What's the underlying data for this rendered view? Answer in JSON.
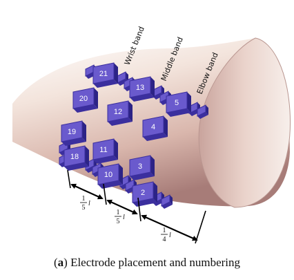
{
  "band_labels": {
    "wrist": "Wrist band",
    "middle": "Middle band",
    "elbow": "Elbow band"
  },
  "electrodes": [
    "21",
    "13",
    "5",
    "20",
    "12",
    "4",
    "19",
    "11",
    "3",
    "18",
    "10",
    "2"
  ],
  "spacing": {
    "first": {
      "numerator": "1",
      "denominator": "5",
      "variable": "l"
    },
    "second": {
      "numerator": "1",
      "denominator": "5",
      "variable": "l"
    },
    "third": {
      "numerator": "1",
      "denominator": "4",
      "variable": "l"
    }
  },
  "caption": {
    "prefix": "(",
    "letter": "a",
    "suffix": ") Electrode placement and numbering"
  },
  "colors": {
    "electrode_top": "#6a5acd",
    "electrode_side": "#3b2f9e",
    "skin_light": "#f5e7e0",
    "skin_dark": "#b88a84"
  }
}
